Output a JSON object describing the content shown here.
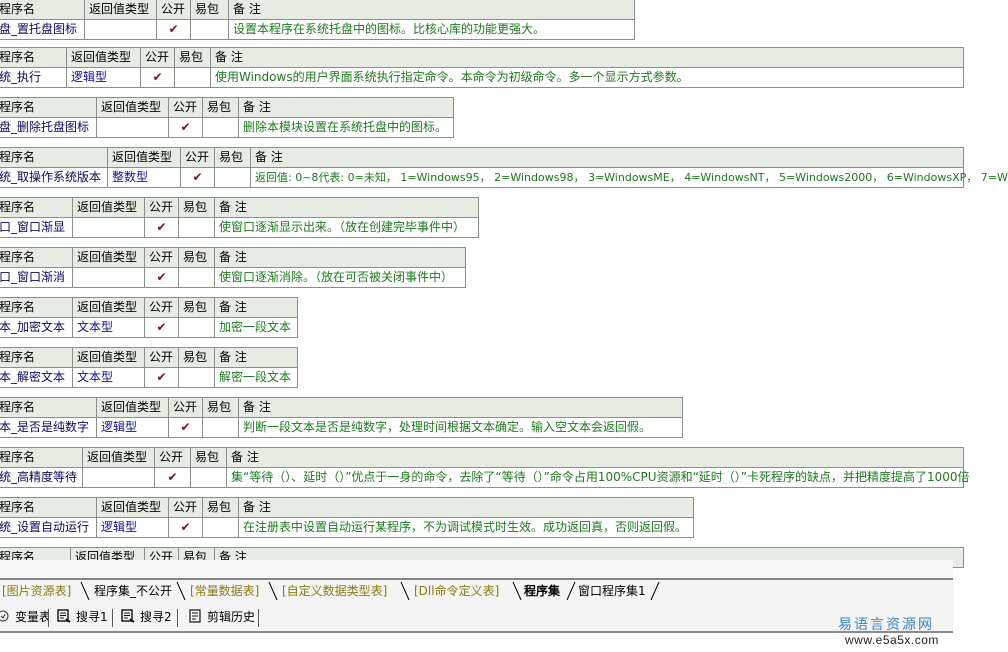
{
  "headers": {
    "name": "程序名",
    "return_type": "返回值类型",
    "public": "公开",
    "easy_pack": "易包",
    "remark": "备 注"
  },
  "check_mark": "✔",
  "procedures": [
    {
      "name": "盘_置托盘图标",
      "return_type": "",
      "public": true,
      "easy_pack": false,
      "remark": "设置本程序在系统托盘中的图标。比核心库的功能更强大。"
    },
    {
      "name": "统_执行",
      "return_type": "逻辑型",
      "public": true,
      "easy_pack": false,
      "remark": "使用Windows的用户界面系统执行指定命令。本命令为初级命令。多一个显示方式参数。"
    },
    {
      "name": "盘_删除托盘图标",
      "return_type": "",
      "public": true,
      "easy_pack": false,
      "remark": "删除本模块设置在系统托盘中的图标。"
    },
    {
      "name": "统_取操作系统版本",
      "return_type": "整数型",
      "public": true,
      "easy_pack": false,
      "remark": "返回值: 0~8代表: 0=未知， 1=Windows95， 2=Windows98， 3=WindowsME， 4=WindowsNT， 5=Windows2000， 6=WindowsXP， 7=W"
    },
    {
      "name": "口_窗口渐显",
      "return_type": "",
      "public": true,
      "easy_pack": false,
      "remark": "使窗口逐渐显示出来。（放在创建完毕事件中）"
    },
    {
      "name": "口_窗口渐消",
      "return_type": "",
      "public": true,
      "easy_pack": false,
      "remark": "使窗口逐渐消除。（放在可否被关闭事件中）"
    },
    {
      "name": "本_加密文本",
      "return_type": "文本型",
      "public": true,
      "easy_pack": false,
      "remark": "加密一段文本"
    },
    {
      "name": "本_解密文本",
      "return_type": "文本型",
      "public": true,
      "easy_pack": false,
      "remark": "解密一段文本"
    },
    {
      "name": "本_是否是纯数字",
      "return_type": "逻辑型",
      "public": true,
      "easy_pack": false,
      "remark": "判断一段文本是否是纯数字，处理时间根据文本确定。输入空文本会返回假。"
    },
    {
      "name": "统_高精度等待",
      "return_type": "",
      "public": true,
      "easy_pack": false,
      "remark": "集“等待（）、延时（）”优点于一身的命令，去除了“等待（）”命令占用100%CPU资源和“延时（）”卡死程序的缺点，并把精度提高了1000倍"
    },
    {
      "name": "统_设置自动运行",
      "return_type": "逻辑型",
      "public": true,
      "easy_pack": false,
      "remark": "在注册表中设置自动运行某程序，不为调试模式时生效。成功返回真，否则返回假。"
    }
  ],
  "tabs": [
    {
      "label": "[图片资源表]",
      "style": "gold"
    },
    {
      "label": "程序集_不公开",
      "style": "plain"
    },
    {
      "label": "[常量数据表]",
      "style": "gold"
    },
    {
      "label": "[自定义数据类型表]",
      "style": "gold"
    },
    {
      "label": "[Dll命令定义表]",
      "style": "gold"
    },
    {
      "label": "程序集",
      "style": "active"
    },
    {
      "label": "窗口程序集1",
      "style": "plain"
    }
  ],
  "toolbar": [
    {
      "label": "变量表",
      "icon": "variable-table-icon"
    },
    {
      "label": "搜寻1",
      "icon": "search-icon"
    },
    {
      "label": "搜寻2",
      "icon": "search-icon"
    },
    {
      "label": "剪辑历史",
      "icon": "clipboard-history-icon"
    }
  ],
  "watermark": {
    "title": "易语言资源网",
    "url": "www.e5a5x.com"
  },
  "colors": {
    "header_bg": "#e6ebe3",
    "border": "#8a8f8a",
    "name_text": "#0a0a60",
    "type_text": "#101090",
    "remark_text": "#1d7a1d",
    "check": "#7a1020",
    "tab_gold": "#8a7a10",
    "watermark_blue": "#3d84c8"
  }
}
